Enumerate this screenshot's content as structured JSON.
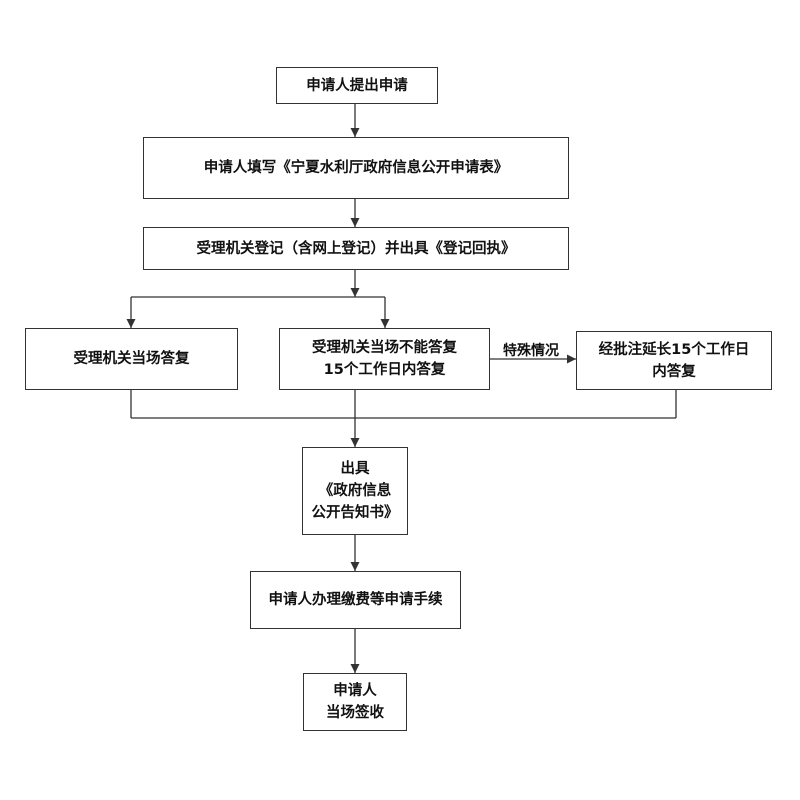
{
  "diagram": {
    "nodes": {
      "start": "申请人提出申请",
      "fill_form": "申请人填写《宁夏水利厅政府信息公开申请表》",
      "register": "受理机关登记（含网上登记）并出具《登记回执》",
      "reply_on_site": "受理机关当场答复",
      "cannot_reply": {
        "line1": "受理机关当场不能答复",
        "line2": "15个工作日内答复"
      },
      "extend": {
        "line1": "经批注延长15个工作日",
        "line2": "内答复"
      },
      "notice": {
        "line1": "出具",
        "line2": "《政府信息",
        "line3": "公开告知书》"
      },
      "fees": "申请人办理缴费等申请手续",
      "sign": {
        "line1": "申请人",
        "line2": "当场签收"
      }
    },
    "edge_label_special": "特殊情况"
  },
  "colors": {
    "line": "#333333",
    "text": "#111111",
    "background": "#ffffff"
  }
}
